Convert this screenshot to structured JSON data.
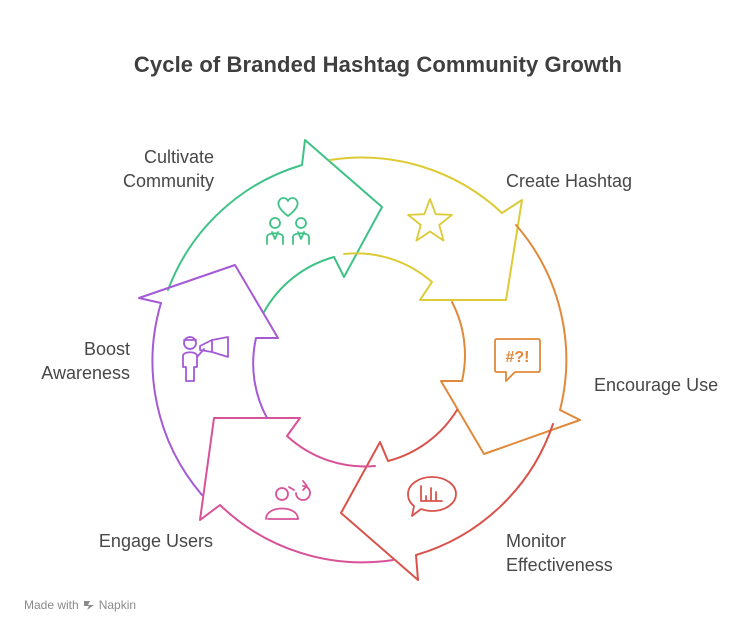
{
  "title": "Cycle of Branded Hashtag Community Growth",
  "steps": [
    {
      "lines": [
        "Create Hashtag"
      ],
      "icon": "star-icon",
      "color": "#dccb35"
    },
    {
      "lines": [
        "Encourage Use"
      ],
      "icon": "speech-bubble-symbols-icon",
      "icon_text": "#?!",
      "color": "#e0893a"
    },
    {
      "lines": [
        "Monitor",
        "Effectiveness"
      ],
      "icon": "chart-bubble-icon",
      "color": "#d9534b"
    },
    {
      "lines": [
        "Engage Users"
      ],
      "icon": "engaging-people-icon",
      "color": "#d85297"
    },
    {
      "lines": [
        "Boost",
        "Awareness"
      ],
      "icon": "megaphone-person-icon",
      "color": "#a45ad6"
    },
    {
      "lines": [
        "Cultivate",
        "Community"
      ],
      "icon": "community-heart-icon",
      "color": "#3fc287"
    }
  ],
  "footer": {
    "prefix": "Made with",
    "brand": "Napkin"
  }
}
